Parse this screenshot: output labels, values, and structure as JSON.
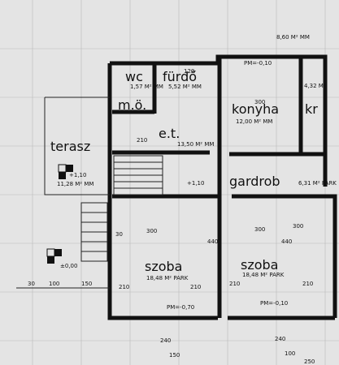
{
  "rooms": {
    "wc": "wc",
    "furdo": "fürdő",
    "mo": "m.ö.",
    "et": "e.t.",
    "konyha": "konyha",
    "kr": "kr",
    "terasz": "terasz",
    "gardrob": "gardrob",
    "szoba1": "szoba",
    "szoba2": "szoba"
  },
  "areas": {
    "konyha": "12,00 M² MM",
    "furdo": "5,52 M² MM",
    "wc": "1,57 M² MM",
    "kamra": "8,60 M² MM",
    "kr": "4,32 M²",
    "terasz": "11,28 M² MM",
    "gardrob": "6,31 M² PARK",
    "et": "13,50 M² MM",
    "szoba1": "18,48 M² PARK",
    "szoba2": "18,48 M² PARK"
  },
  "levels": {
    "konyha": "PM=-0,10",
    "terasz": "+1,10",
    "stair": "+1,10",
    "ground": "±0,00",
    "szoba1": "PM=-0,70",
    "szoba2": "PM=-0,10"
  },
  "dims": {
    "d30": "30",
    "d100": "100",
    "d150": "150",
    "d300": "300",
    "d300b": "300",
    "d300c": "300",
    "d300d": "300",
    "d210": "210",
    "d210b": "210",
    "d210c": "210",
    "d210d": "210",
    "d210e": "210",
    "d440": "440",
    "d440b": "440",
    "d240": "240",
    "d240b": "240",
    "d150b": "150",
    "d100b": "100",
    "d250": "250",
    "d30b": "30",
    "d120": "120"
  }
}
